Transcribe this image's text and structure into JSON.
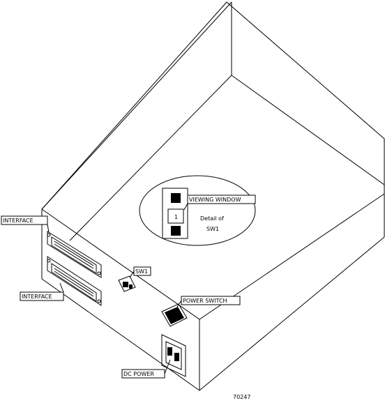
{
  "labels": {
    "interface_top": "INTERFACE",
    "interface_bottom": "INTERFACE",
    "sw1": "SW1",
    "viewing_window": "VIEWING WINDOW",
    "power_switch": "POWER SWITCH",
    "dc_power": "DC POWER"
  },
  "detail": {
    "line1": "Detail of",
    "line2": "SW1",
    "window_digit": "1"
  },
  "figure_number": "70247"
}
